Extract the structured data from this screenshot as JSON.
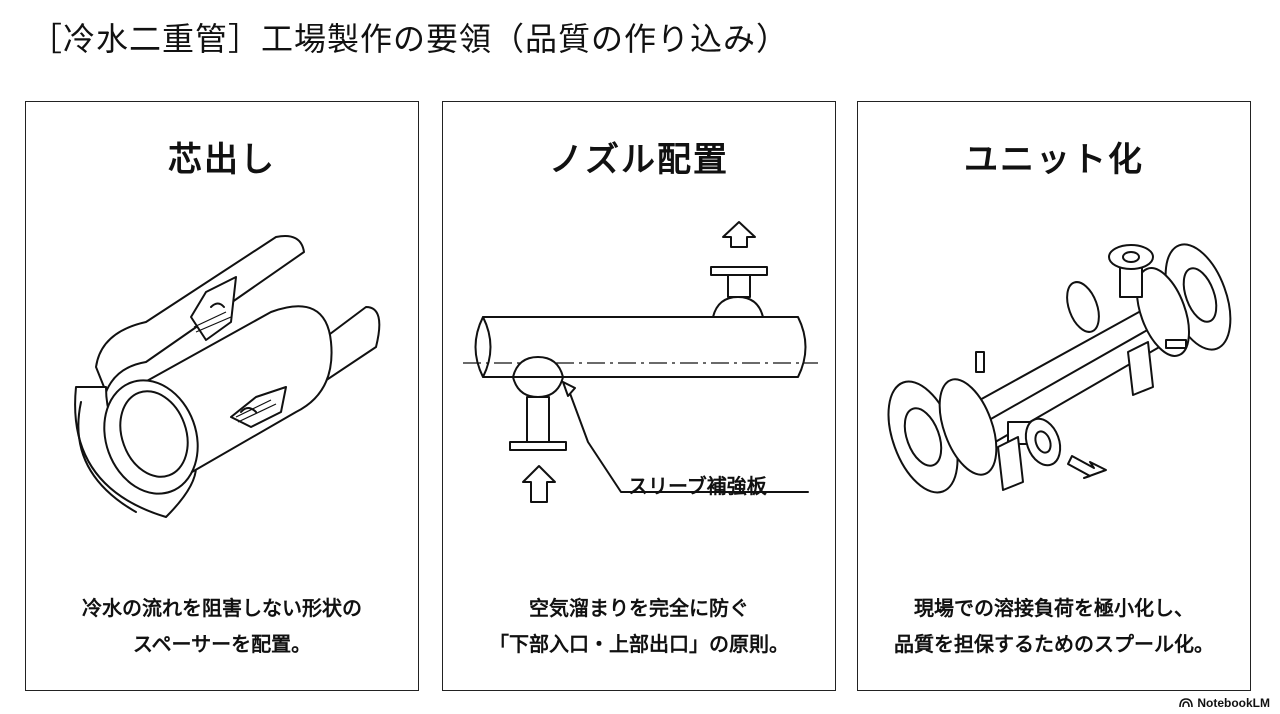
{
  "title": "［冷水二重管］工場製作の要領（品質の作り込み）",
  "panels": [
    {
      "heading": "芯出し",
      "caption_line1": "冷水の流れを阻害しない形状の",
      "caption_line2": "スペーサーを配置。"
    },
    {
      "heading": "ノズル配置",
      "label": "スリーブ補強板",
      "caption_line1": "空気溜まりを完全に防ぐ",
      "caption_line2": "「下部入口・上部出口」の原則。"
    },
    {
      "heading": "ユニット化",
      "caption_line1": "現場での溶接負荷を極小化し、",
      "caption_line2": "品質を担保するためのスプール化。"
    }
  ],
  "footer": {
    "brand": "NotebookLM",
    "icon": "notebooklm-logo-icon"
  }
}
